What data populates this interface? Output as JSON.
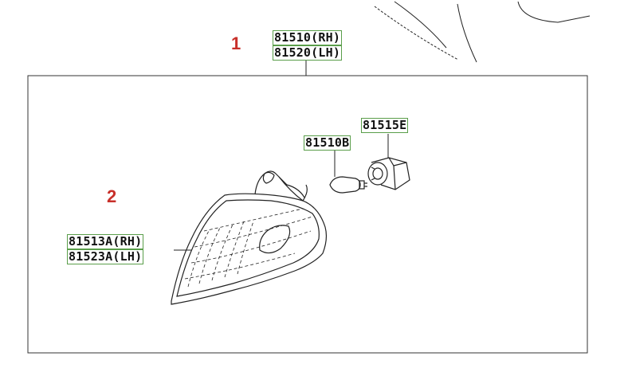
{
  "markers": [
    {
      "id": "marker-1",
      "text": "1"
    },
    {
      "id": "marker-2",
      "text": "2"
    }
  ],
  "part_labels": {
    "assembly_rh": "81510(RH)",
    "assembly_lh": "81520(LH)",
    "socket": "81515E",
    "bulb": "81510B",
    "lens_rh": "81513A(RH)",
    "lens_lh": "81523A(LH)"
  },
  "colors": {
    "label_box": "#5a9e4a",
    "marker": "#c8302a",
    "line": "#222222"
  }
}
